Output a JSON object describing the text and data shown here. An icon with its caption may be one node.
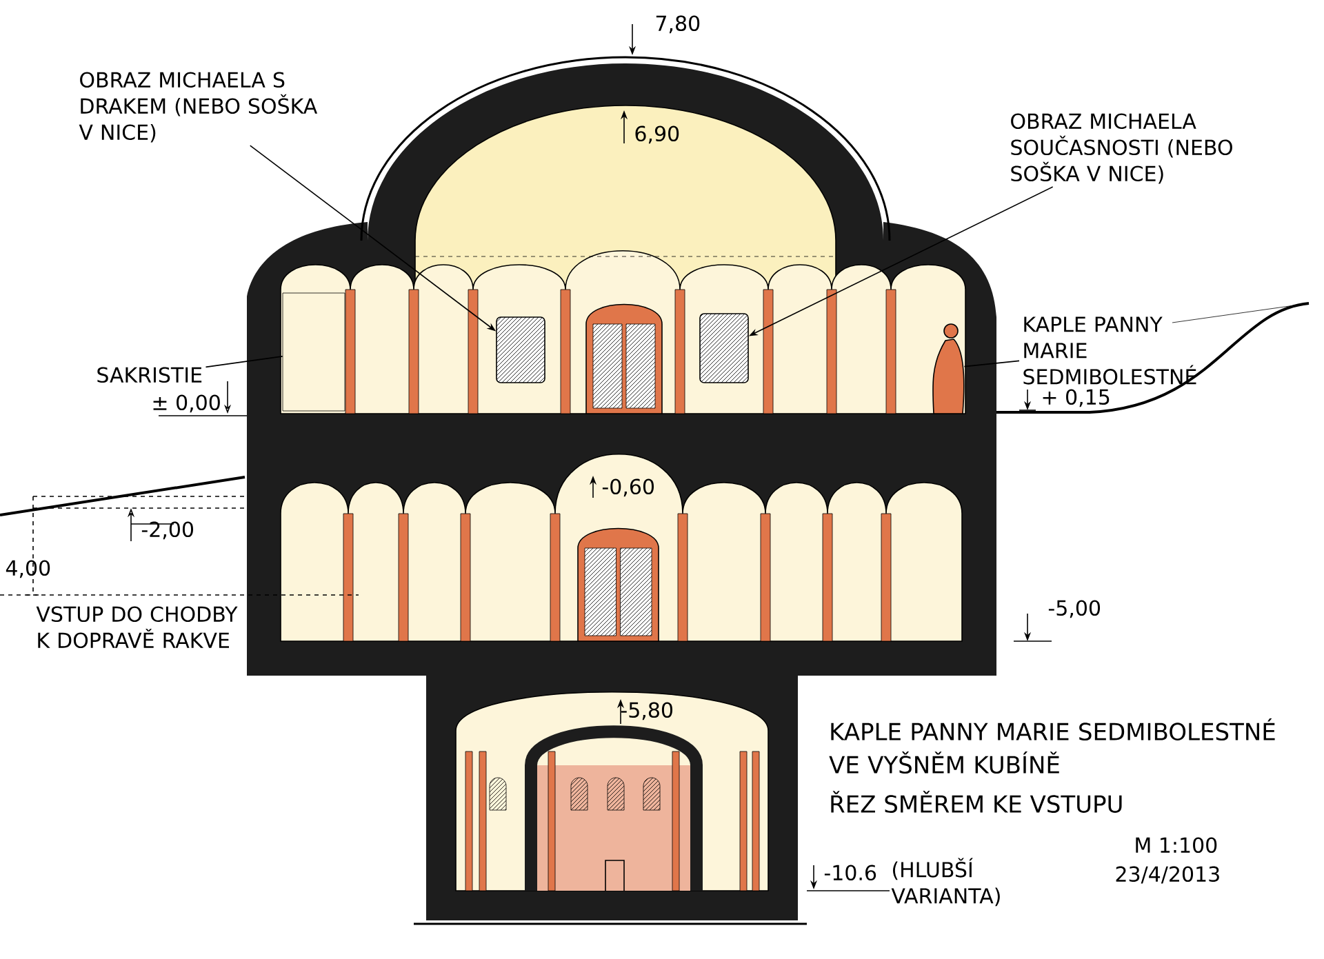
{
  "diagram": {
    "title": "KAPLE PANNY MARIE SEDMIBOLESTNÉ VE VYŠNĚM KUBÍNĚ",
    "caption": "ŘEZ SMĚREM KE VSTUPU",
    "nodes": [
      {
        "text": [
          "OBRAZ MICHAELA S DRAKEM (NEBO SOŠKA V NICE)"
        ]
      },
      {
        "text": [],
        "shape": "picture"
      },
      {
        "text": [
          "OBRAZ MICHAELA SOUČASNOSTI (NEBO SOŠKA V NICE)"
        ]
      },
      {
        "text": [],
        "shape": "picture"
      },
      {
        "text": [
          "SAKRISTIE"
        ]
      },
      {
        "text": [],
        "shape": "box"
      },
      {
        "text": [
          "KAPLE PANNY MARIE SEDMIBOLESTNÉ"
        ]
      },
      {
        "text": [],
        "shape": "person"
      }
    ],
    "edges": [
      {
        "from": 0,
        "to": 1,
        "arrow": "to"
      },
      {
        "from": 2,
        "to": 3,
        "arrow": "to"
      },
      {
        "from": 4,
        "to": 5,
        "arrow": "none"
      },
      {
        "from": 6,
        "to": 7,
        "arrow": "none"
      }
    ],
    "labels": [
      "7,80",
      "6,90",
      "± 0,00",
      "+ 0,15",
      "-0,60",
      "-2,00",
      "4,00",
      "VSTUP DO CHODBY K DOPRAVĚ RAKVE",
      "-5,00",
      "-5,80",
      "-10.6",
      "(HLUBŠÍ VARIANTA)",
      "M 1:100",
      "23/4/2013"
    ]
  }
}
